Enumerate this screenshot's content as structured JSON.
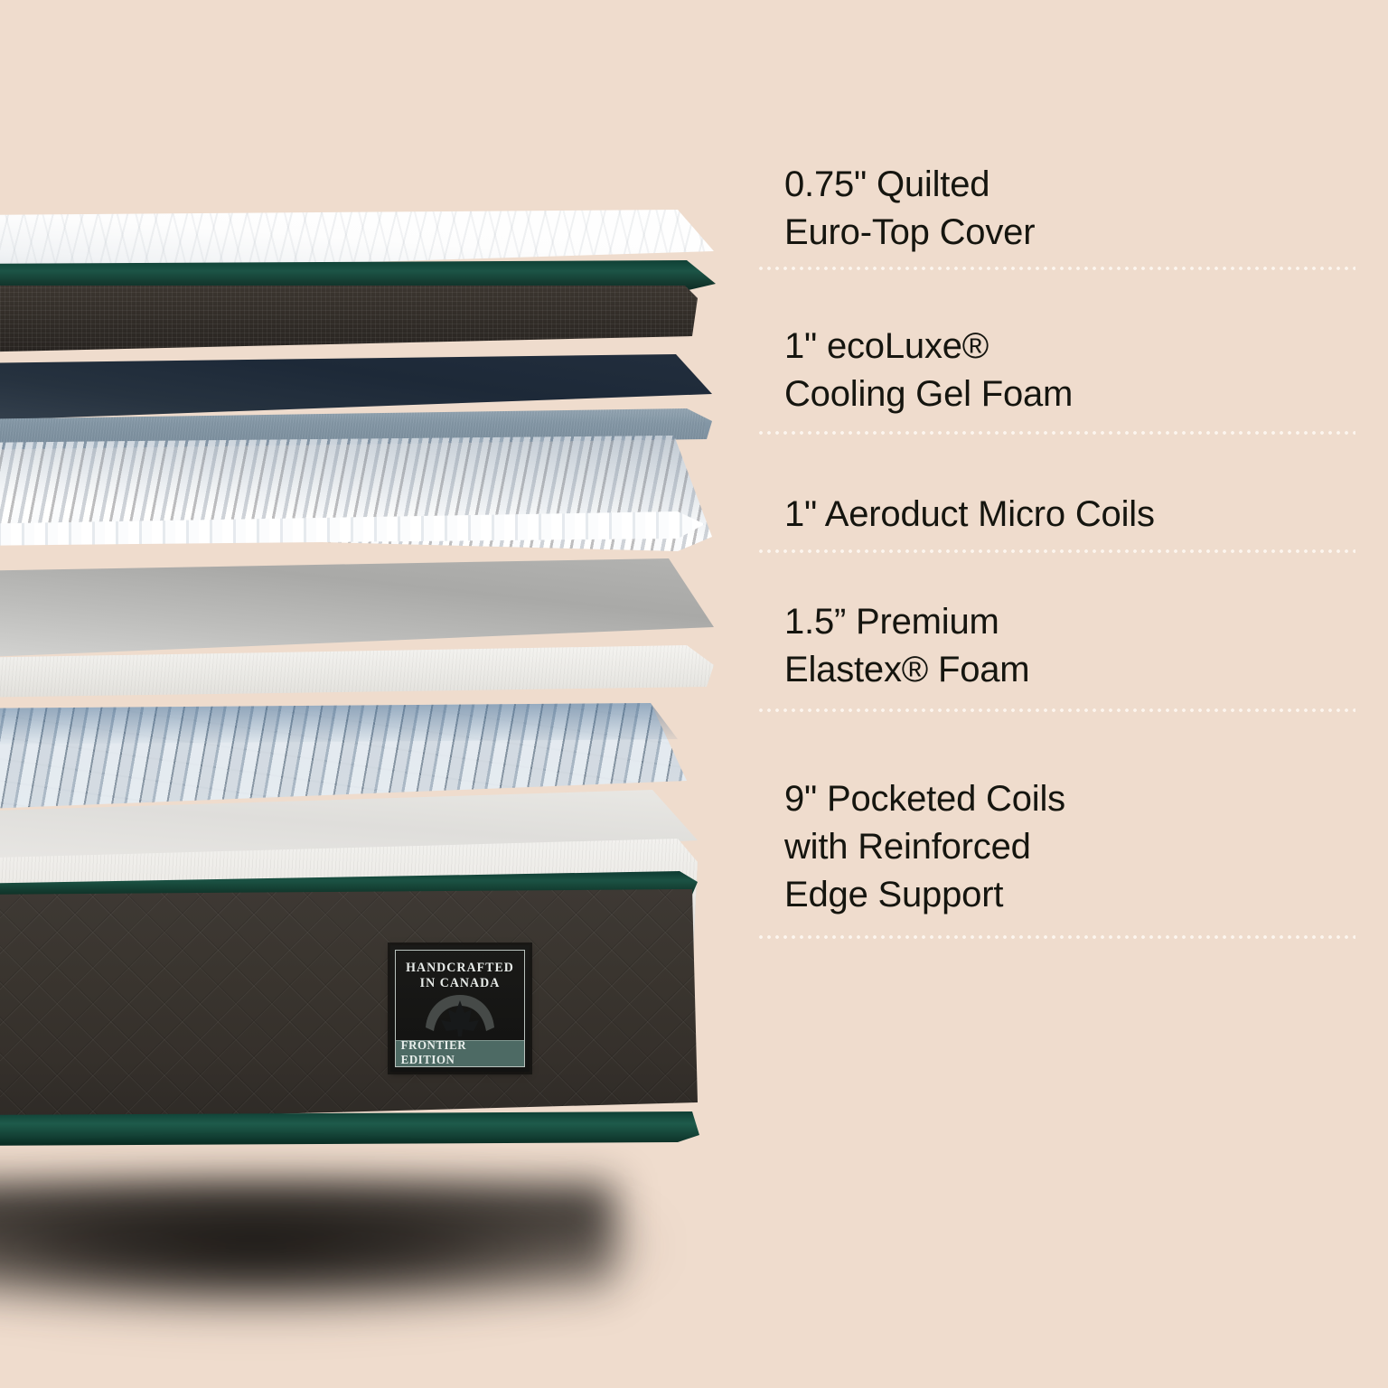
{
  "page": {
    "background_color": "#efdccd",
    "text_color": "#15150f"
  },
  "product": {
    "accent_green": "#14493c",
    "panel_color": "#3a352f",
    "badge": {
      "line1": "HANDCRAFTED\nIN CANADA",
      "icon": "maple-leaf-icon",
      "edition": "FRONTIER EDITION",
      "band_color": "#4d6a64"
    }
  },
  "layers": [
    {
      "id": "euro-top-cover",
      "label": "0.75\" Quilted\nEuro-Top Cover",
      "thickness": "0.75\"",
      "name": "Quilted Euro-Top Cover"
    },
    {
      "id": "cooling-gel-foam",
      "label": "1\" ecoLuxe®\nCooling Gel Foam",
      "thickness": "1\"",
      "name": "ecoLuxe® Cooling Gel Foam"
    },
    {
      "id": "aeroduct-micro-coils",
      "label": "1\" Aeroduct Micro Coils",
      "thickness": "1\"",
      "name": "Aeroduct Micro Coils"
    },
    {
      "id": "elastex-foam",
      "label": "1.5” Premium\nElastex® Foam",
      "thickness": "1.5”",
      "name": "Premium Elastex® Foam"
    },
    {
      "id": "pocketed-coils",
      "label": "9\" Pocketed Coils\nwith Reinforced\nEdge Support",
      "thickness": "9\"",
      "name": "Pocketed Coils with Reinforced Edge Support"
    }
  ]
}
